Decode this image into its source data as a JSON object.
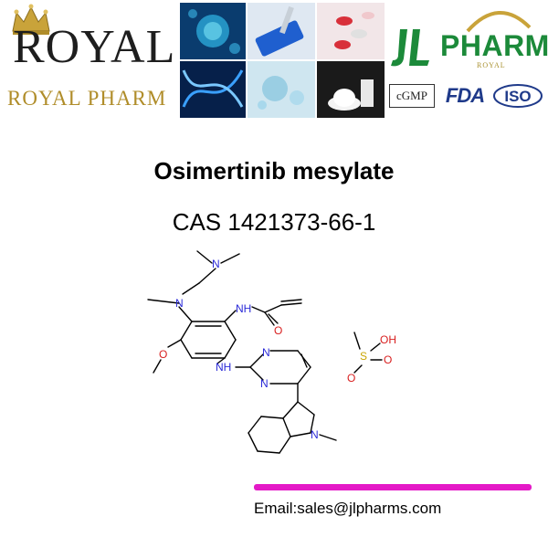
{
  "header": {
    "royal_logo": {
      "word": "ROYAL",
      "tagline": "ROYAL PHARM"
    },
    "jl_logo": {
      "word": "PHARM",
      "sub": "ROYAL"
    },
    "badges": {
      "cgmp": "cGMP",
      "fda": "FDA",
      "iso": "ISO"
    }
  },
  "product": {
    "name": "Osimertinib mesylate",
    "cas": "CAS 1421373-66-1"
  },
  "structure_labels": {
    "nh_amide": "NH",
    "nh_amine": "NH",
    "o_carbonyl": "O",
    "o_methoxy": "O",
    "n_top": "N",
    "n_side": "N",
    "n_pyr1": "N",
    "n_pyr2": "N",
    "n_indole": "N",
    "s": "S",
    "oh": "OH",
    "o1": "O",
    "o2": "O"
  },
  "footer": {
    "email": "Email:sales@jlpharms.com"
  },
  "colors": {
    "royal_gold": "#b08d2a",
    "jl_green": "#1c8a3a",
    "fda_blue": "#1f3a8a",
    "bar_magenta": "#e41ac7",
    "nitrogen_blue": "#2a2ad8",
    "oxygen_red": "#d81e1e",
    "sulfur_gold": "#c9a400"
  }
}
